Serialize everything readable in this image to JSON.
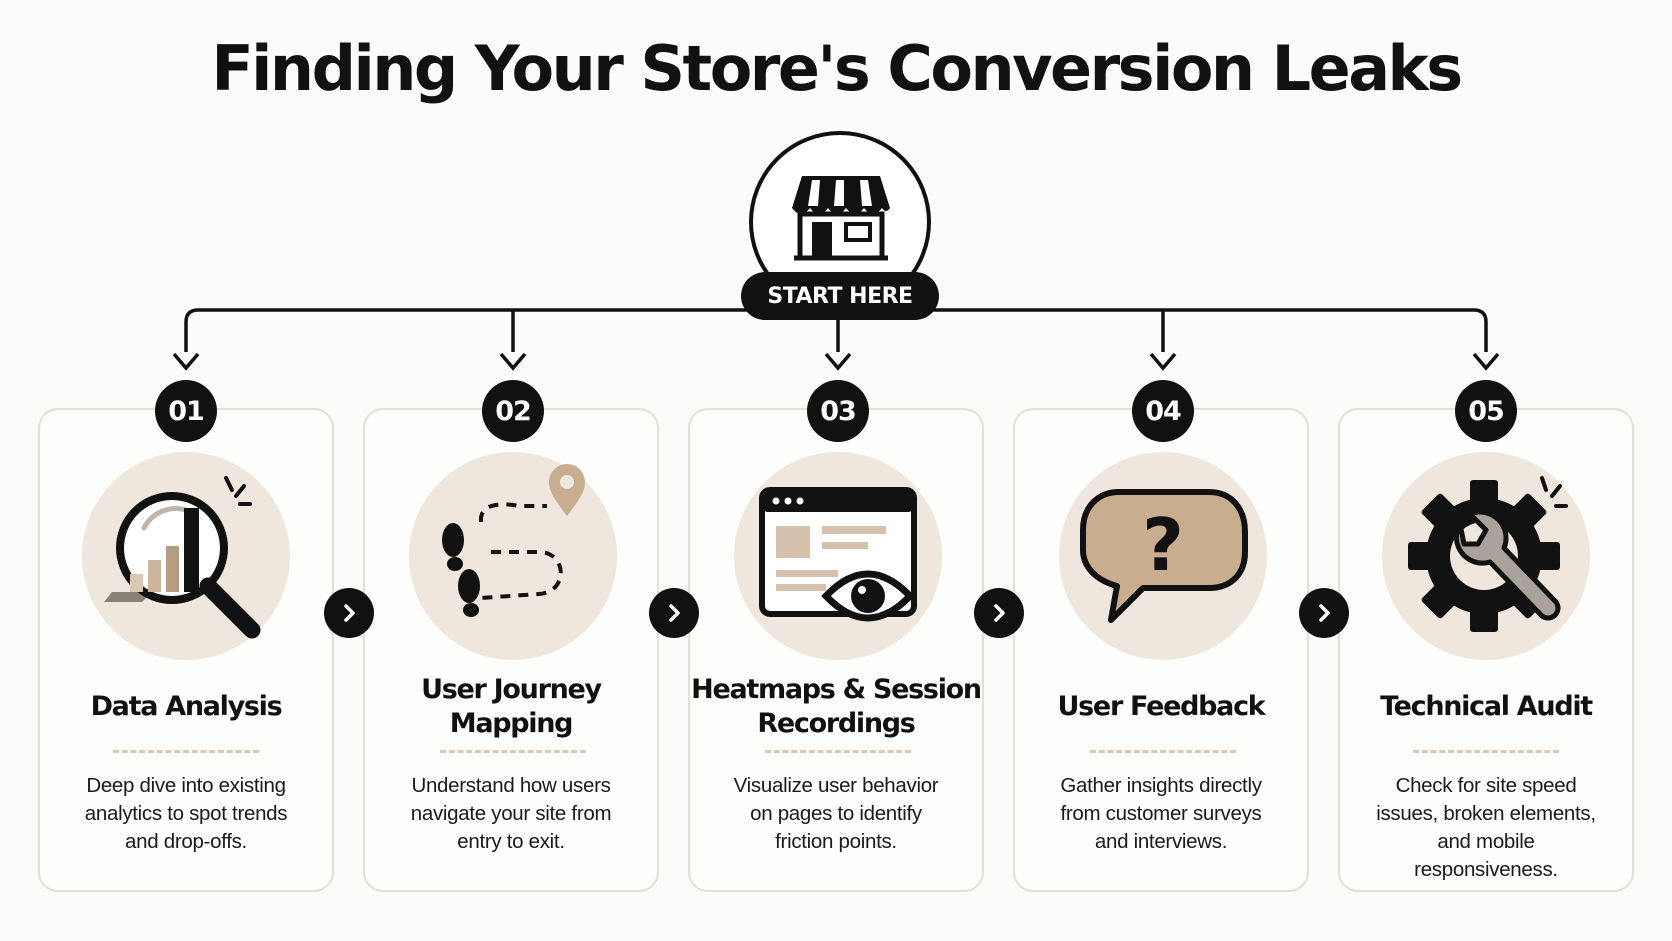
{
  "title": "Finding Your Store's Conversion Leaks",
  "start_label": "START HERE",
  "colors": {
    "ink": "#111111",
    "accent_beige": "#efe7dd",
    "accent_tan": "#c9ad8f",
    "card_border": "#e8ddd0"
  },
  "steps": [
    {
      "number": "01",
      "title": "Data Analysis",
      "description": "Deep dive into existing analytics to spot trends and drop-offs.",
      "icon": "magnifier-bar-chart-icon"
    },
    {
      "number": "02",
      "title": "User Journey Mapping",
      "description": "Understand how users navigate your site from entry to exit.",
      "icon": "footprints-path-icon"
    },
    {
      "number": "03",
      "title": "Heatmaps & Session Recordings",
      "description": "Visualize user behavior on pages to identify friction points.",
      "icon": "browser-eye-icon"
    },
    {
      "number": "04",
      "title": "User Feedback",
      "description": "Gather insights directly from customer surveys and interviews.",
      "icon": "question-speech-bubble-icon"
    },
    {
      "number": "05",
      "title": "Technical Audit",
      "description": "Check for site speed issues, broken elements, and mobile responsiveness.",
      "icon": "gear-wrench-icon"
    }
  ]
}
